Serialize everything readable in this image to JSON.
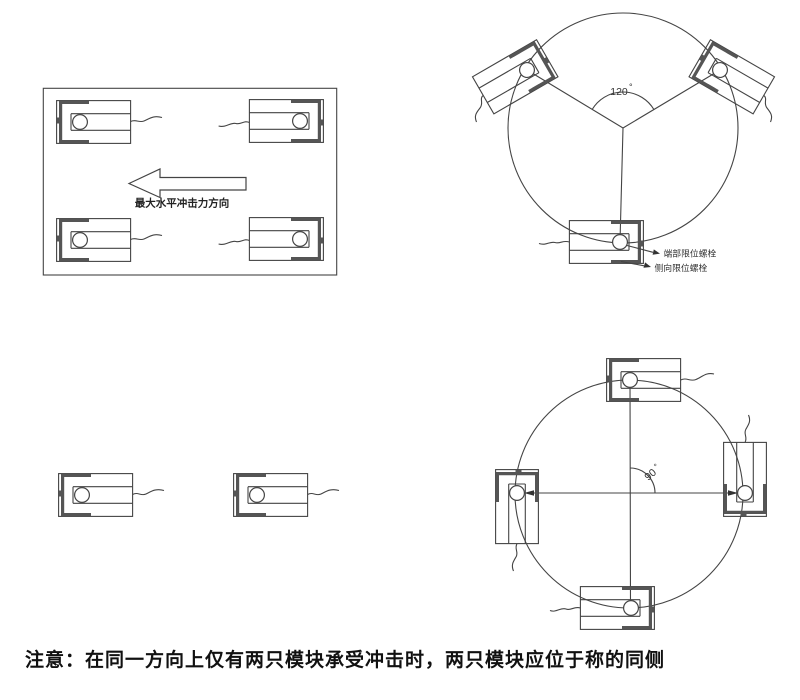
{
  "colors": {
    "line": "#444444",
    "bracket": "#555555",
    "text": "#111111"
  },
  "panel_rect": {
    "arrow_label": "最大水平冲击力方向"
  },
  "panel_circle3": {
    "angle": "120",
    "degree": "°",
    "callout_end": "端部限位螺栓",
    "callout_side": "侧向限位螺栓"
  },
  "panel_circle4": {
    "angle": "90",
    "degree": "°"
  },
  "note": "注意：在同一方向上仅有两只模块承受冲击时，两只模块应位于称的同侧"
}
